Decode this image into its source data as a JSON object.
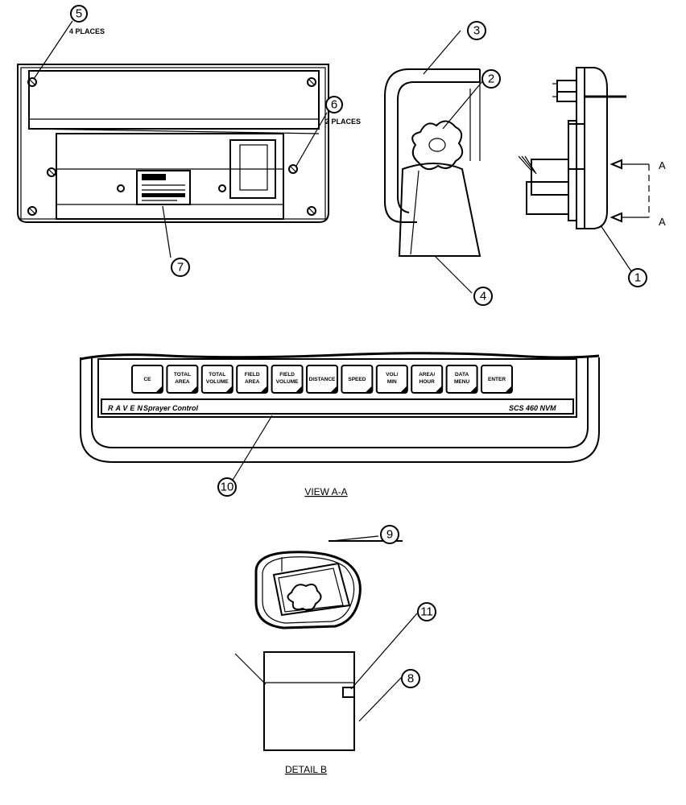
{
  "callouts": {
    "c1": "1",
    "c2": "2",
    "c3": "3",
    "c4": "4",
    "c5": "5",
    "c6": "6",
    "c7": "7",
    "c8": "8",
    "c9": "9",
    "c10": "10",
    "c11": "11"
  },
  "notes": {
    "four_places": "4 PLACES",
    "two_places": "2 PLACES"
  },
  "section_marks": {
    "top": "A",
    "bottom": "A"
  },
  "keys": [
    [
      "CE",
      ""
    ],
    [
      "TOTAL",
      "AREA"
    ],
    [
      "TOTAL",
      "VOLUME"
    ],
    [
      "FIELD",
      "AREA"
    ],
    [
      "FIELD",
      "VOLUME"
    ],
    [
      "DISTANCE",
      ""
    ],
    [
      "SPEED",
      ""
    ],
    [
      "VOL/",
      "MIN"
    ],
    [
      "AREA/",
      "HOUR"
    ],
    [
      "DATA",
      "MENU"
    ],
    [
      "ENTER",
      ""
    ]
  ],
  "panel": {
    "brand": "RAVEN",
    "product": "Sprayer Control",
    "model": "SCS 460 NVM"
  },
  "captions": {
    "view_aa": "VIEW  A-A",
    "detail_b": "DETAIL  B"
  }
}
